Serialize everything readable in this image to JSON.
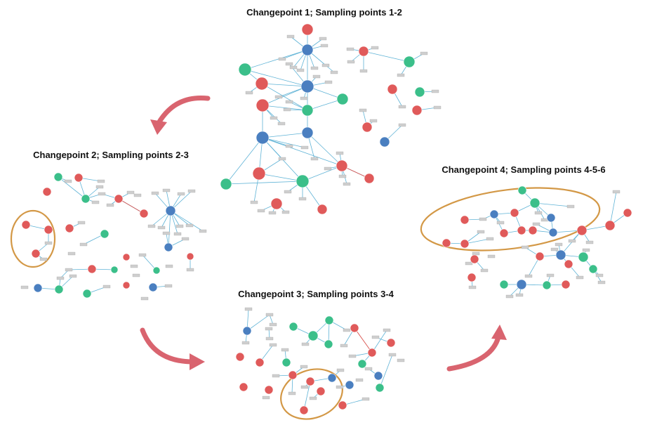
{
  "panels": [
    {
      "id": "cp1",
      "title": "Changepoint 1; Sampling points 1-2"
    },
    {
      "id": "cp2",
      "title": "Changepoint 2; Sampling points 2-3"
    },
    {
      "id": "cp3",
      "title": "Changepoint 3; Sampling points 3-4"
    },
    {
      "id": "cp4",
      "title": "Changepoint 4; Sampling points 4-5-6"
    }
  ],
  "colors": {
    "red_node": "#e05a5a",
    "blue_node": "#4a7fc0",
    "green_node": "#3bbf8a",
    "edge": "#5fb3d6",
    "highlight_ring": "#d39846",
    "arrow": "#d9646f",
    "gene_square": "#cfcfcf"
  }
}
